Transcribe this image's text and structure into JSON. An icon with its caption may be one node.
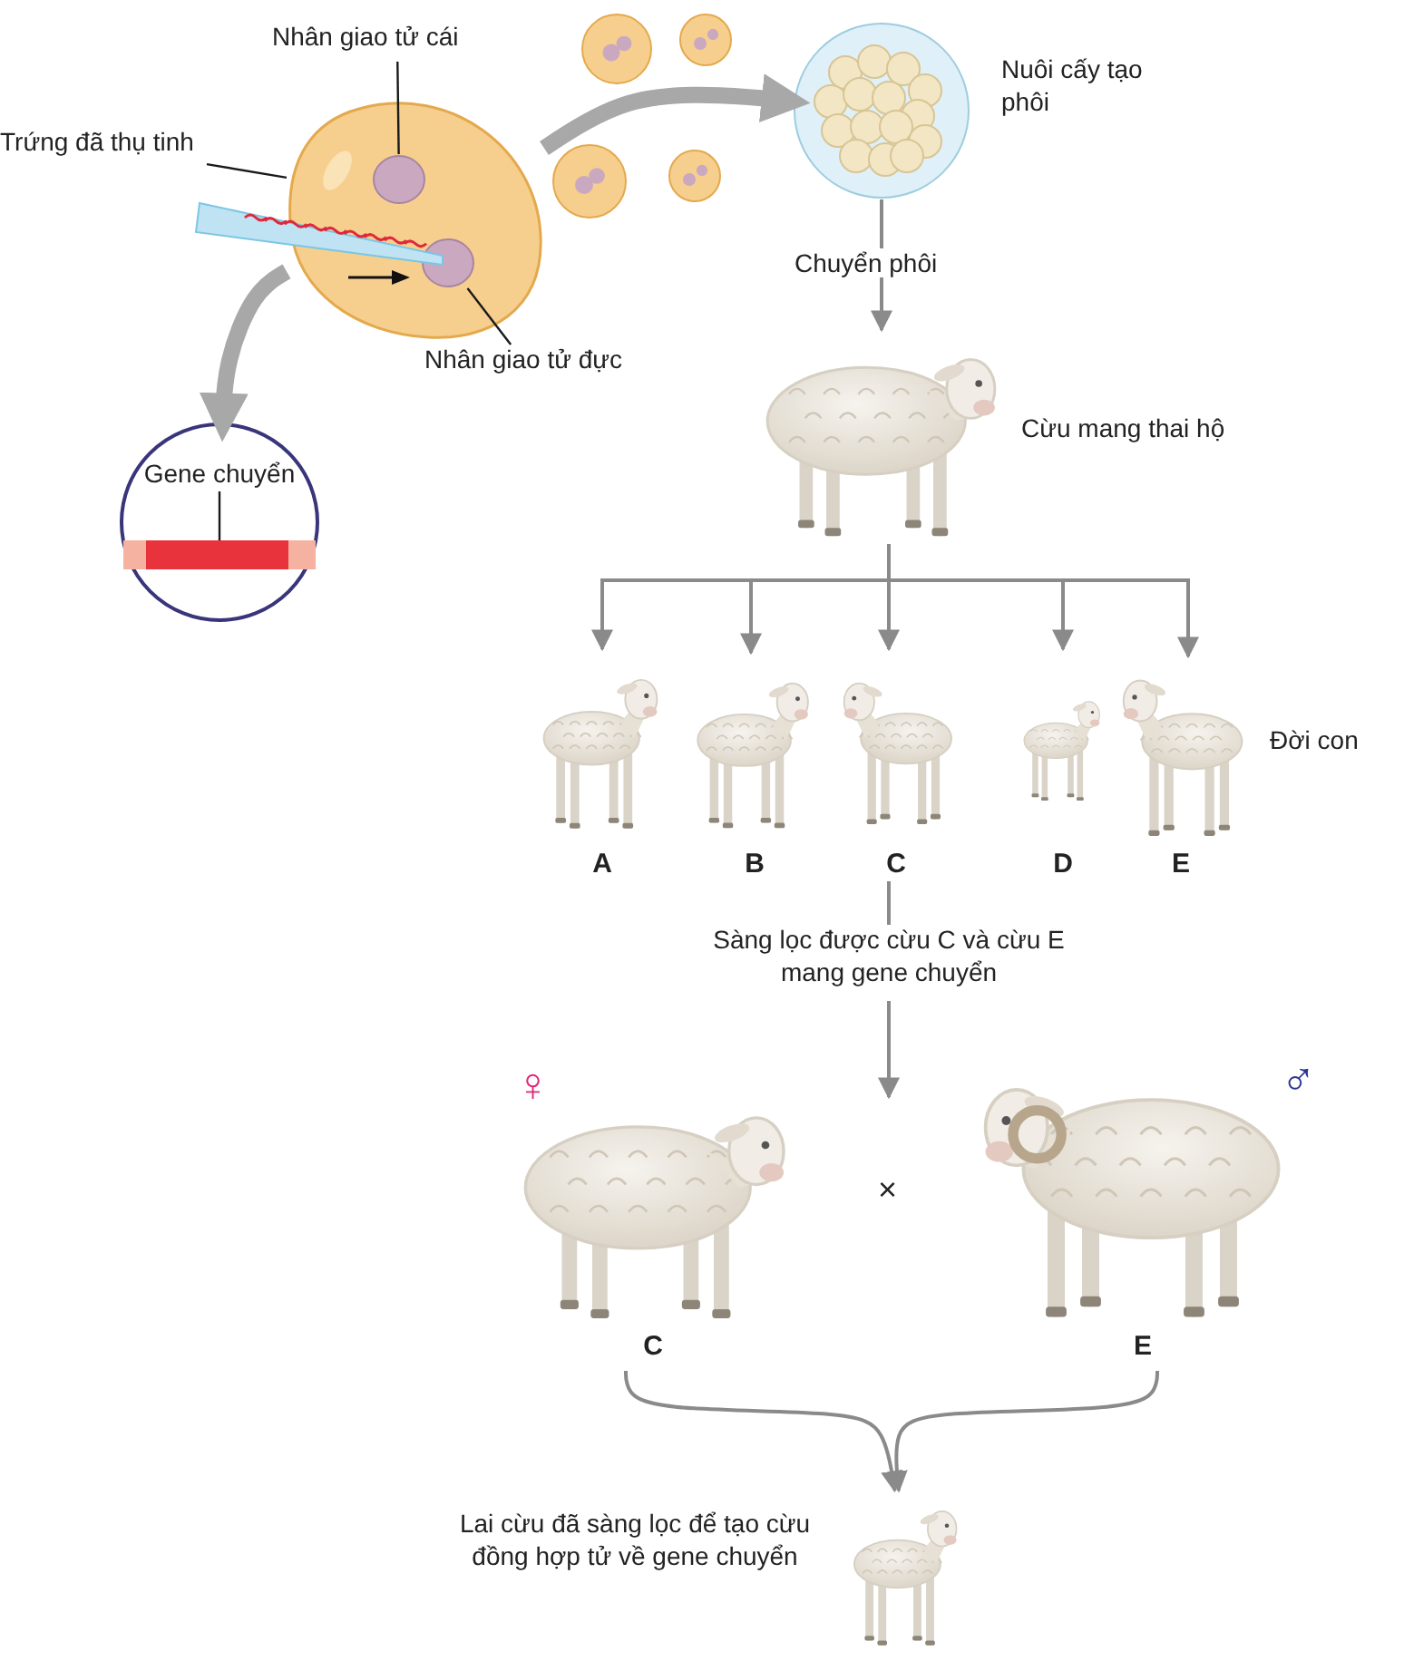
{
  "diagram": {
    "nodes": [
      {
        "text": [
          "Trứng đã thụ tinh"
        ]
      },
      {
        "text": [],
        "shape": "picture"
      },
      {
        "text": [
          "Nhân giao tử cái"
        ]
      },
      {
        "text": [],
        "shape": "circle",
        "in": 1
      },
      {
        "text": [
          "Nhân giao tử đực"
        ]
      },
      {
        "text": [],
        "shape": "circle",
        "in": 1
      },
      {
        "text": [
          "Gene chuyển"
        ]
      },
      {
        "text": [],
        "shape": "bar",
        "in": 6
      },
      {
        "text": [],
        "shape": "picture",
        "beside": [
          "Nuôi cấy tạo phôi"
        ]
      },
      {
        "text": [],
        "shape": "picture",
        "beside": [
          "Cừu mang thai hộ"
        ]
      },
      {
        "text": [],
        "shape": "picture",
        "beside": [
          "A"
        ]
      },
      {
        "text": [],
        "shape": "picture",
        "beside": [
          "B"
        ]
      },
      {
        "text": [],
        "shape": "picture",
        "beside": [
          "C"
        ]
      },
      {
        "text": [],
        "shape": "picture",
        "beside": [
          "D"
        ]
      },
      {
        "text": [],
        "shape": "picture",
        "beside": [
          "E"
        ]
      },
      {
        "text": [
          "Sàng lọc được cừu C và cừu E mang gene chuyển"
        ]
      },
      {
        "text": [],
        "shape": "picture",
        "beside": [
          "C"
        ]
      },
      {
        "text": [],
        "shape": "picture",
        "beside": [
          "E"
        ]
      },
      {
        "text": [],
        "shape": "picture",
        "beside": [
          "Lai cừu đã sàng lọc để tạo cừu đồng hợp tử về gene chuyển"
        ]
      }
    ],
    "edges": [
      {
        "from": 0,
        "to": 1,
        "arrow": "none",
        "color": "#1a1a1a"
      },
      {
        "from": 2,
        "to": 3,
        "arrow": "none",
        "color": "#1a1a1a"
      },
      {
        "from": 4,
        "to": 5,
        "arrow": "none",
        "color": "#1a1a1a"
      },
      {
        "from": 6,
        "to": 7,
        "arrow": "none",
        "color": "#1a1a1a"
      },
      {
        "from": 1,
        "to": 6,
        "arrow": "to",
        "style": "thick"
      },
      {
        "from": 1,
        "to": 8,
        "arrow": "to",
        "style": "thick"
      },
      {
        "from": 8,
        "to": 9,
        "arrow": "to",
        "label": "Chuyển phôi"
      },
      {
        "from": 9,
        "to": 10,
        "arrow": "to"
      },
      {
        "from": 9,
        "to": 11,
        "arrow": "to"
      },
      {
        "from": 9,
        "to": 12,
        "arrow": "to"
      },
      {
        "from": 9,
        "to": 13,
        "arrow": "to"
      },
      {
        "from": 9,
        "to": 14,
        "arrow": "to"
      },
      {
        "from": 12,
        "to": 15,
        "arrow": "none"
      },
      {
        "from": 15,
        "to": null,
        "arrow": "to"
      },
      {
        "from": 16,
        "to": 18,
        "arrow": "to"
      },
      {
        "from": 17,
        "to": 18,
        "arrow": "to"
      }
    ],
    "labels": [
      "Đời con",
      "♀",
      "×",
      "♂"
    ]
  }
}
